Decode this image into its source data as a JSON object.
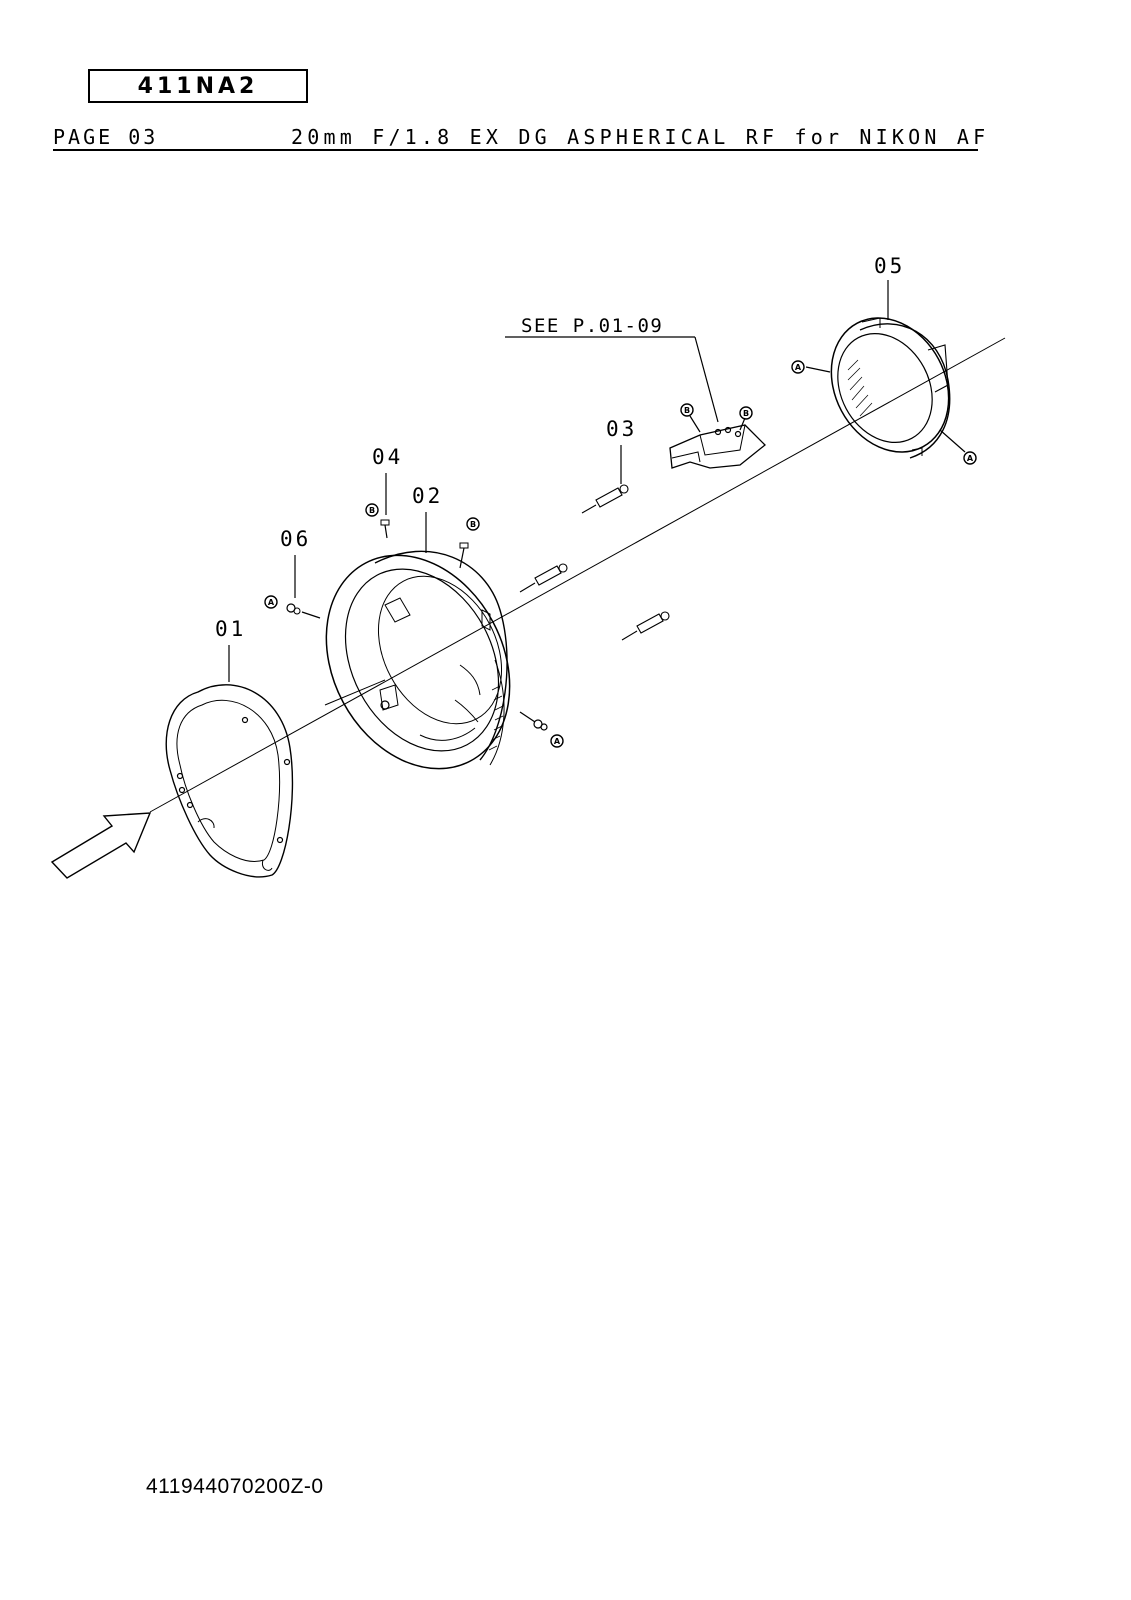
{
  "header": {
    "model_code": "411NA2",
    "page_label": "PAGE 03",
    "title": "20mm F/1.8 EX DG ASPHERICAL RF for NIKON AF"
  },
  "diagram": {
    "reference_note": "SEE P.01-09",
    "callouts": {
      "p01": "01",
      "p02": "02",
      "p03": "03",
      "p04": "04",
      "p05": "05",
      "p06": "06"
    },
    "markers": {
      "a": "A",
      "b": "B"
    }
  },
  "footer": {
    "document_number": "411944070200Z-0"
  }
}
